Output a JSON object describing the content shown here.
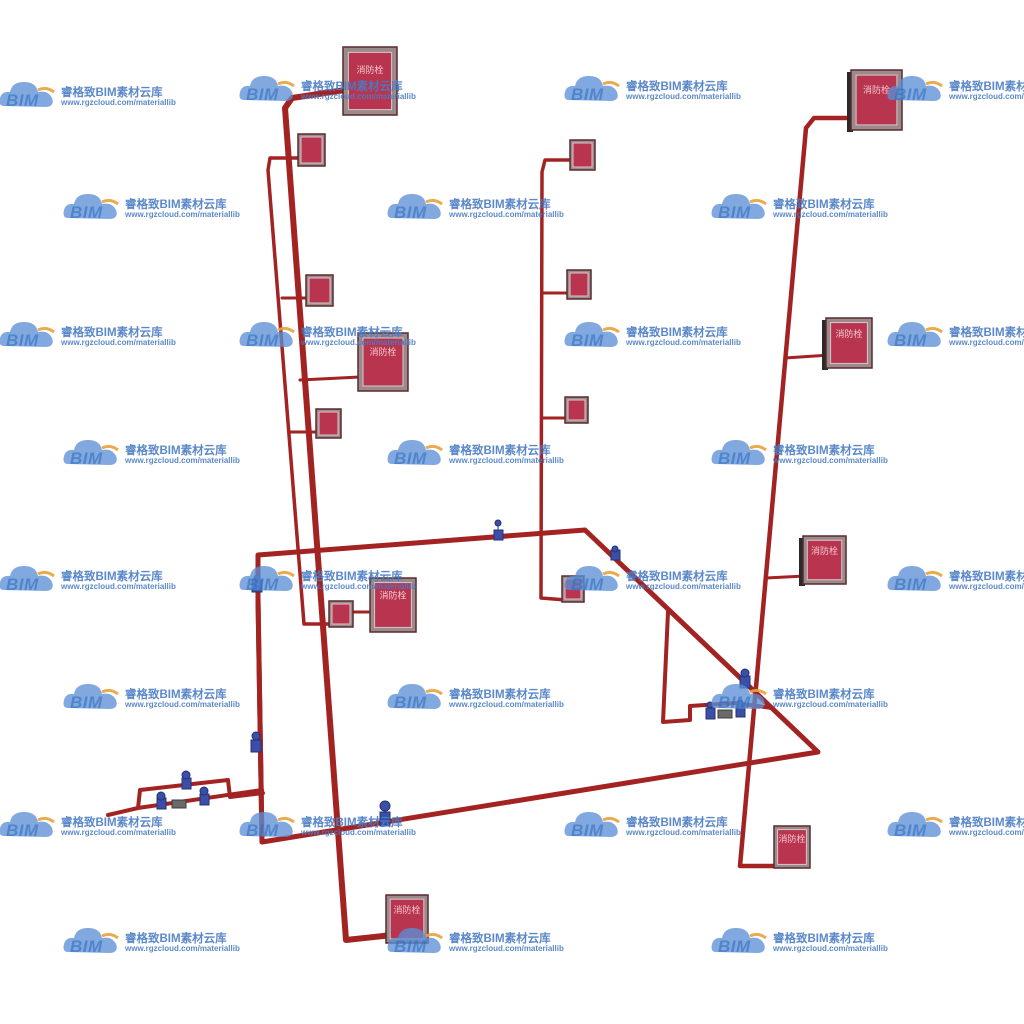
{
  "diagram": {
    "subject": "fire hydrant piping system",
    "pipe_color": "#a32323",
    "cabinet_frame_color": "#8a8a8a",
    "cabinet_face_color": "#b8344f",
    "valve_color": "#3b4fa8",
    "cabinet_label": "消防栓"
  },
  "watermark": {
    "logo_text": "BIM",
    "brand": "睿格致BIM素材云库",
    "url": "www.rgzcloud.com/materiallib",
    "color": "#4a7cc4",
    "accent_color": "#e8a33c"
  }
}
